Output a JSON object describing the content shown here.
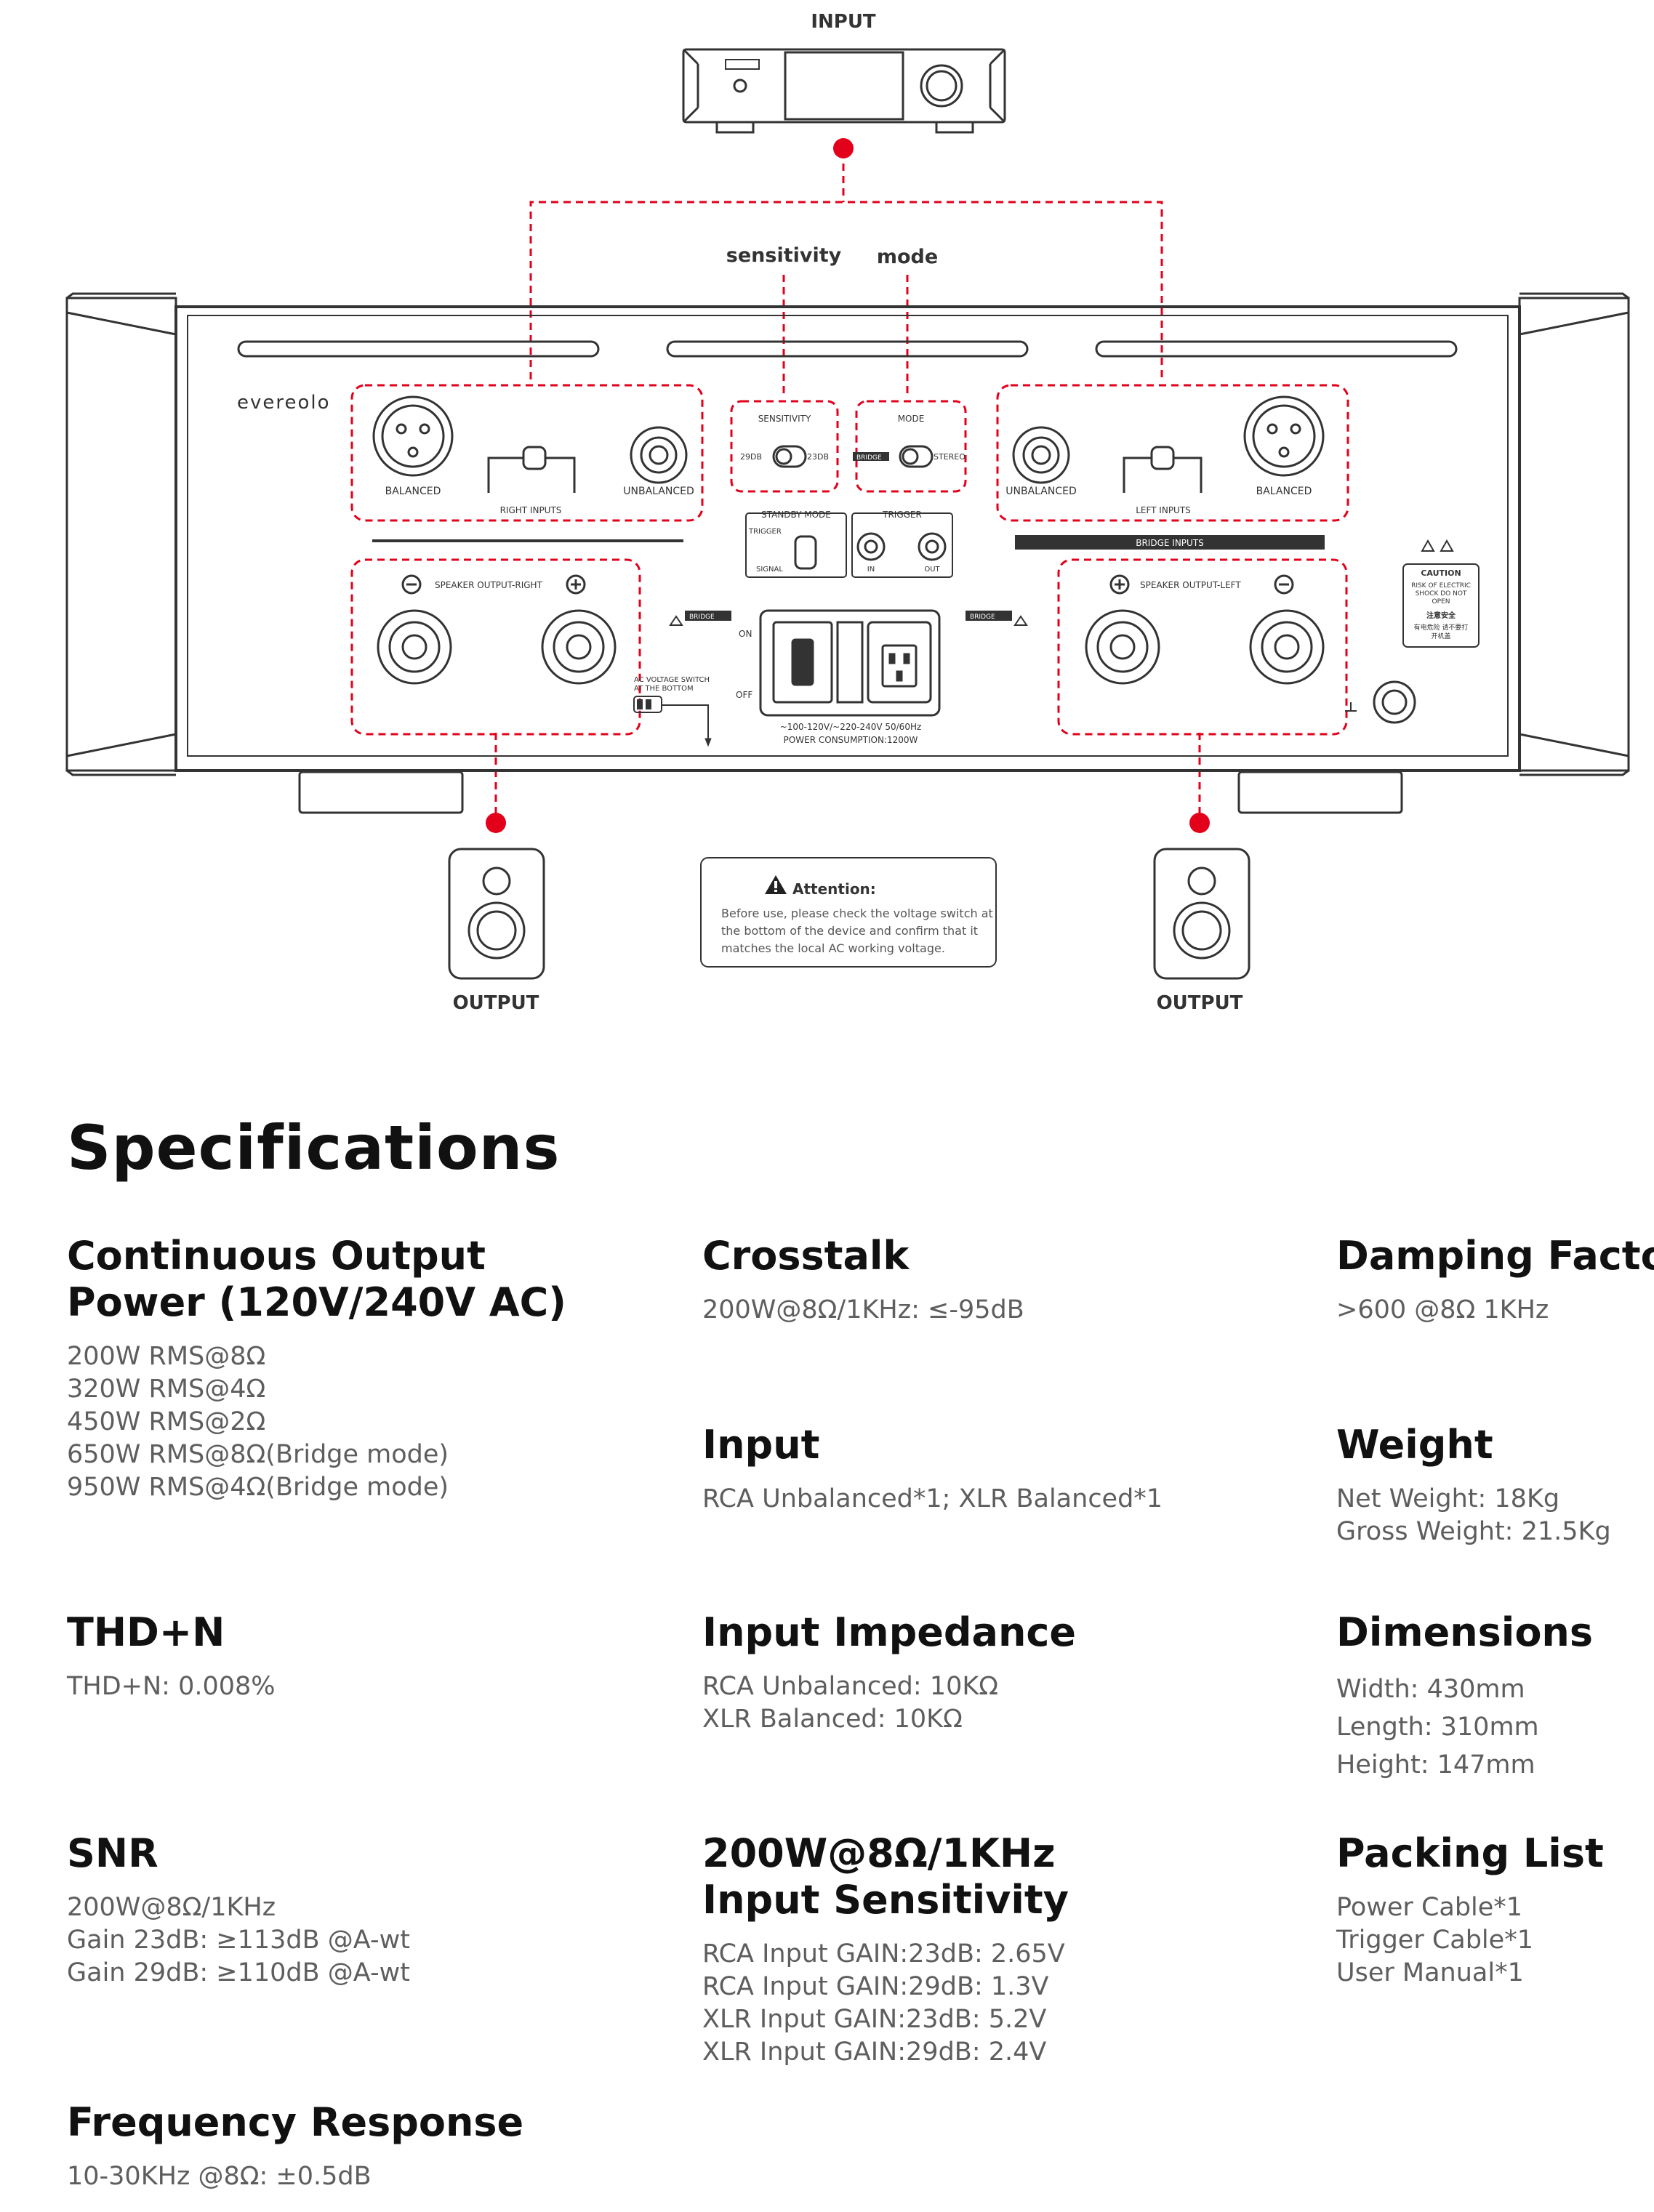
{
  "diagram": {
    "input_label": "INPUT",
    "output_left_label": "OUTPUT",
    "output_right_label": "OUTPUT",
    "sensitivity_label": "sensitivity",
    "mode_label": "mode",
    "brand": "evereolo",
    "panel": {
      "balanced_right": "BALANCED",
      "unbalanced_right": "UNBALANCED",
      "right_inputs": "RIGHT INPUTS",
      "sensitivity_title": "SENSITIVITY",
      "sens_29": "29DB",
      "sens_23": "23DB",
      "mode_title": "MODE",
      "mode_bridge": "BRIDGE",
      "mode_stereo": "STEREO",
      "unbalanced_left": "UNBALANCED",
      "balanced_left": "BALANCED",
      "left_inputs": "LEFT INPUTS",
      "bridge_inputs": "BRIDGE INPUTS",
      "standby_mode": "STANDBY MODE",
      "standby_trigger": "TRIGGER",
      "standby_signal": "SIGNAL",
      "trigger_title": "TRIGGER",
      "trigger_in": "IN",
      "trigger_out": "OUT",
      "speaker_output_right": "SPEAKER OUTPUT-RIGHT",
      "speaker_output_left": "SPEAKER OUTPUT-LEFT",
      "bridge_minus": "BRIDGE",
      "bridge_plus": "BRIDGE",
      "power_on": "ON",
      "power_off": "OFF",
      "voltage_line": "~100-120V/~220-240V  50/60Hz",
      "power_consumption": "POWER CONSUMPTION:1200W",
      "ac_voltage_switch_1": "AC VOLTAGE SWITCH",
      "ac_voltage_switch_2": "AT THE BOTTOM",
      "caution_title": "CAUTION",
      "caution_1": "RISK OF ELECTRIC",
      "caution_2": "SHOCK DO NOT",
      "caution_3": "OPEN",
      "caution_cn_title": "注意安全",
      "caution_cn_1": "有电危险 请不要打",
      "caution_cn_2": "开机盖"
    },
    "attention": {
      "title": "Attention:",
      "line1": "Before use, please check the voltage switch at",
      "line2": "the bottom of the device and confirm that it",
      "line3": "matches the local AC working voltage."
    },
    "colors": {
      "accent": "#e3001b",
      "line": "#333333",
      "panel": "#f3f3f3"
    }
  },
  "specs": {
    "title": "Specifications",
    "items": [
      {
        "head": [
          "Continuous Output",
          "Power (120V/240V AC)"
        ],
        "lines": [
          "200W RMS@8Ω",
          "320W RMS@4Ω",
          "450W RMS@2Ω",
          "650W RMS@8Ω(Bridge mode)",
          "950W RMS@4Ω(Bridge mode)"
        ]
      },
      {
        "head": [
          "Crosstalk"
        ],
        "lines": [
          "200W@8Ω/1KHz: ≤-95dB"
        ]
      },
      {
        "head": [
          "Damping Factor"
        ],
        "lines": [
          ">600 @8Ω 1KHz"
        ]
      },
      {
        "head": [
          "Input"
        ],
        "lines": [
          "RCA Unbalanced*1; XLR Balanced*1"
        ]
      },
      {
        "head": [
          "Weight"
        ],
        "lines": [
          "Net Weight: 18Kg",
          "Gross Weight: 21.5Kg"
        ]
      },
      {
        "head": [
          "THD+N"
        ],
        "lines": [
          "THD+N: 0.008%"
        ]
      },
      {
        "head": [
          "Input Impedance"
        ],
        "lines": [
          "RCA Unbalanced: 10KΩ",
          "XLR Balanced: 10KΩ"
        ]
      },
      {
        "head": [
          "Dimensions"
        ],
        "lines": [
          "Width: 430mm",
          "Length: 310mm",
          "Height: 147mm"
        ]
      },
      {
        "head": [
          "SNR"
        ],
        "lines": [
          "200W@8Ω/1KHz",
          "Gain 23dB: ≥113dB @A-wt",
          "Gain 29dB: ≥110dB @A-wt"
        ]
      },
      {
        "head": [
          "200W@8Ω/1KHz",
          "Input Sensitivity"
        ],
        "lines": [
          "RCA Input GAIN:23dB: 2.65V",
          "RCA Input GAIN:29dB: 1.3V",
          "XLR Input GAIN:23dB: 5.2V",
          "XLR Input GAIN:29dB: 2.4V"
        ]
      },
      {
        "head": [
          "Packing List"
        ],
        "lines": [
          "Power Cable*1",
          "Trigger Cable*1",
          "User Manual*1"
        ]
      },
      {
        "head": [
          "Frequency Response"
        ],
        "lines": [
          "10-30KHz @8Ω: ±0.5dB"
        ]
      }
    ]
  }
}
